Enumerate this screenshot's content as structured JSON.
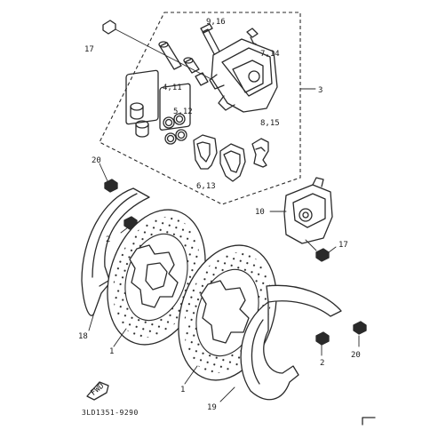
{
  "callouts": {
    "p17a": "17",
    "p916": "9,16",
    "p714": "7,14",
    "p3": "3",
    "p411": "4,11",
    "p512": "5,12",
    "p815": "8,15",
    "p613": "6,13",
    "p20a": "20",
    "p10": "10",
    "p2a": "2",
    "p17b": "17",
    "p18": "18",
    "p1a": "1",
    "p1b": "1",
    "p2b": "2",
    "p20b": "20",
    "p19": "19"
  },
  "part_code": "3LD1351-9290",
  "fwd_label": "FWD"
}
